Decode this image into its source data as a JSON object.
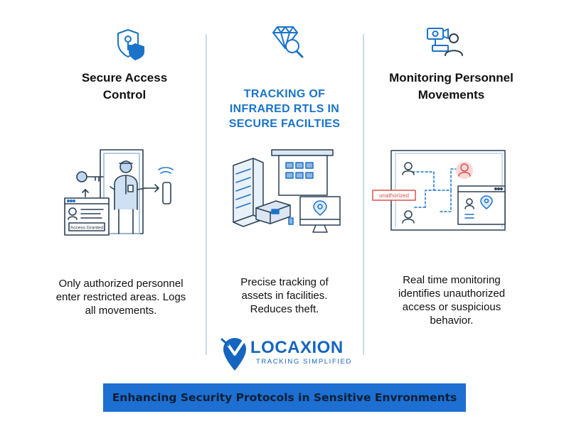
{
  "columns": [
    {
      "title": "Secure Access\nControl",
      "icon": "shield-key-icon",
      "description": "Only authorized personnel\nenter restricted areas. Logs\nall movements.",
      "illustration_label": "Access Granted"
    },
    {
      "title": "TRACKING OF\nINFRARED RTLS IN\nSECURE FACILTIES",
      "icon": "diamond-magnifier-icon",
      "description": "Precise tracking of\nassets in facilities.\nReduces theft."
    },
    {
      "title": "Monitoring Personnel\nMovements",
      "icon": "camera-person-icon",
      "description": "Real time monitoring\nidentifies unauthorized\naccess or suspicious\nbehavior.",
      "illustration_label": "unathorized"
    }
  ],
  "logo": {
    "name": "LOCAXION",
    "tagline": "TRACKING SIMPLIFIED"
  },
  "banner": {
    "text": "Enhancing Security Protocols in Sensitive Envronments"
  },
  "colors": {
    "accent": "#1a73c9",
    "banner": "#1d6fd1",
    "alert": "#d9534f"
  }
}
